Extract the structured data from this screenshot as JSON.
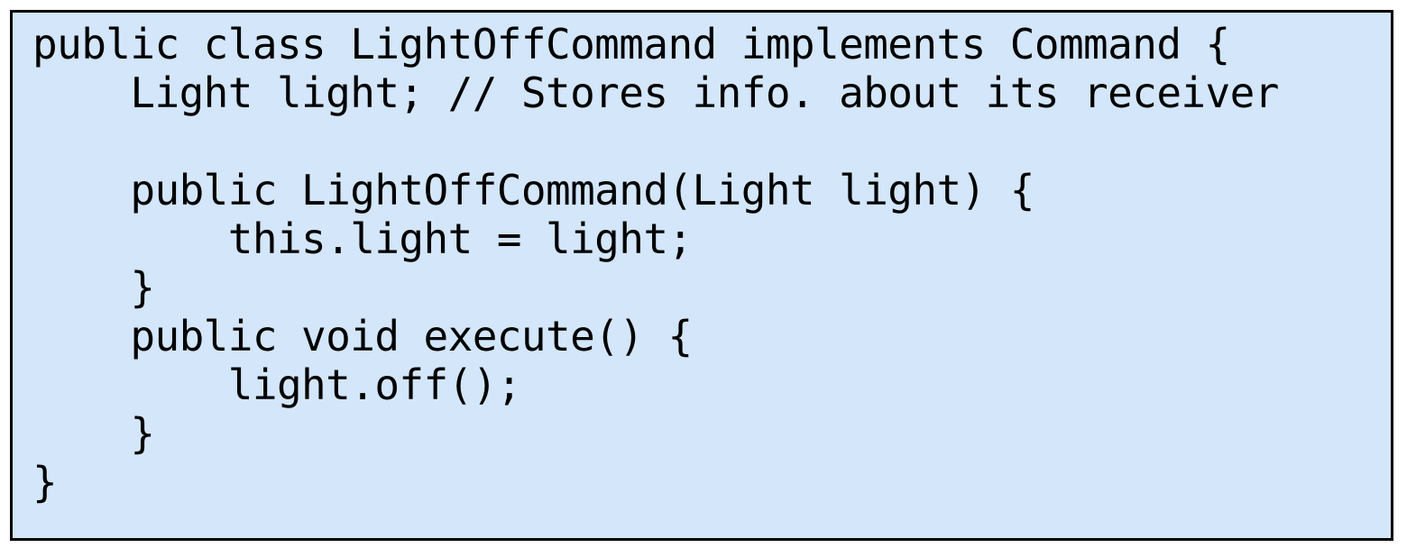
{
  "panel": {
    "background_color": "#d3e6fa",
    "border_color": "#000000",
    "text_color": "#000000"
  },
  "code": {
    "language": "java",
    "class_name": "LightOffCommand",
    "lines": [
      "public class LightOffCommand implements Command {",
      "    Light light; // Stores info. about its receiver",
      "",
      "    public LightOffCommand(Light light) {",
      "        this.light = light;",
      "    }",
      "    public void execute() {",
      "        light.off();",
      "    }",
      "}"
    ]
  }
}
